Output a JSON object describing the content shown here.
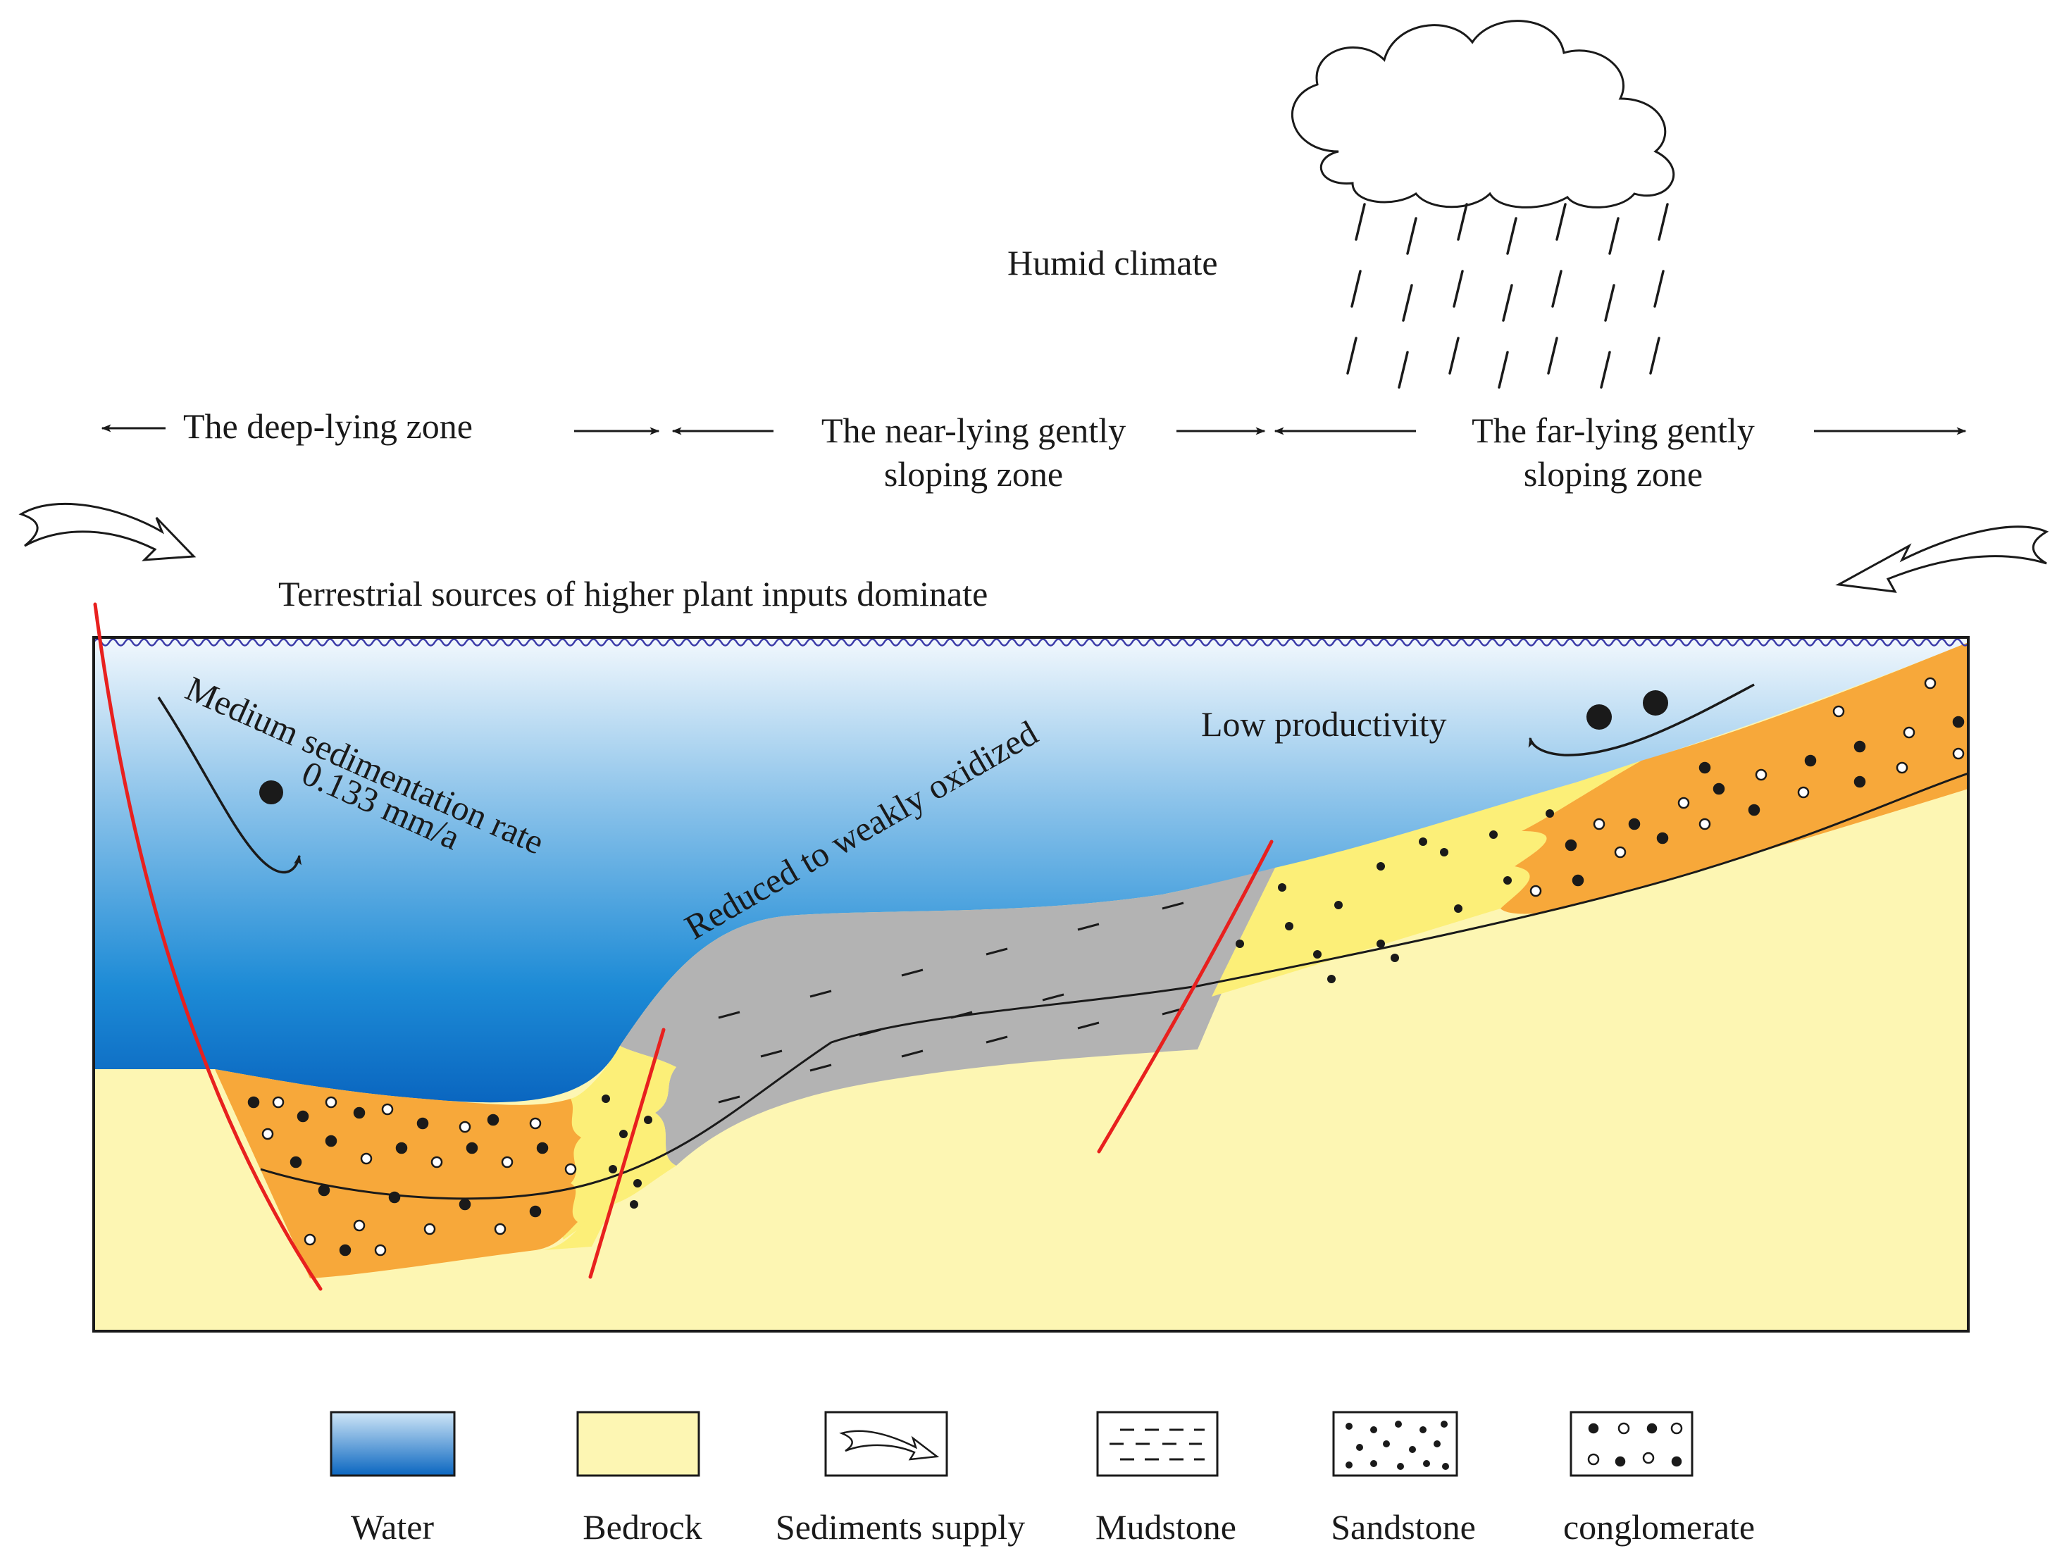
{
  "diagram": {
    "climate_label": "Humid climate",
    "zones": [
      {
        "line1": "The deep-lying zone",
        "line2": ""
      },
      {
        "line1": "The near-lying gently",
        "line2": "sloping zone"
      },
      {
        "line1": "The far-lying gently",
        "line2": "sloping zone"
      }
    ],
    "source_label": "Terrestrial sources of higher plant inputs dominate",
    "sedimentation_label": "Medium sedimentation rate",
    "sedimentation_value": "0.133 mm/a",
    "redox_label": "Reduced to weakly oxidized",
    "productivity_label": "Low productivity"
  },
  "legend": {
    "items": [
      {
        "key": "water",
        "label": "Water"
      },
      {
        "key": "bedrock",
        "label": "Bedrock"
      },
      {
        "key": "sediments-supply",
        "label": "Sediments supply"
      },
      {
        "key": "mudstone",
        "label": "Mudstone"
      },
      {
        "key": "sandstone",
        "label": "Sandstone"
      },
      {
        "key": "conglomerate",
        "label": "conglomerate"
      }
    ]
  },
  "colors": {
    "water_top": "#eef6fc",
    "water_bottom": "#0a6fc6",
    "bedrock": "#fdf6b3",
    "sandstone": "#fcef78",
    "conglomerate": "#f7a83a",
    "mudstone": "#b3b3b3",
    "fault": "#e8201e",
    "outline": "#1a1a1a"
  },
  "icons": [
    "cloud-icon",
    "rain-icon",
    "sediment-arrow-icon",
    "double-arrow-icon",
    "curved-arrow-icon"
  ]
}
